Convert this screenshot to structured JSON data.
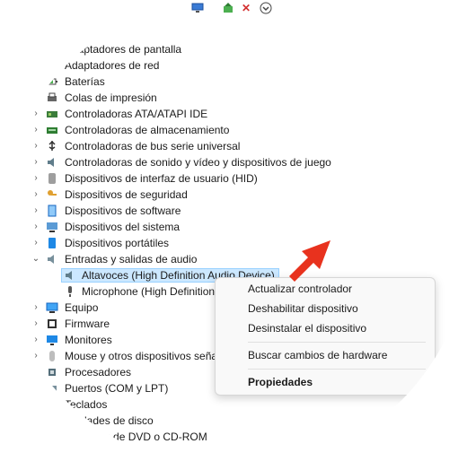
{
  "toolbar": {
    "icons": [
      "monitor-scan-icon",
      "driver-update-icon",
      "remove-device-icon",
      "download-icon"
    ]
  },
  "tree": {
    "items": [
      {
        "label": "Adaptadores de pantalla",
        "icon": "display-adapter-icon",
        "expanded": false
      },
      {
        "label": "Adaptadores de red",
        "icon": "network-adapter-icon",
        "expanded": false
      },
      {
        "label": "Baterías",
        "icon": "battery-icon",
        "expanded": false
      },
      {
        "label": "Colas de impresión",
        "icon": "printer-icon",
        "expanded": false
      },
      {
        "label": "Controladoras ATA/ATAPI IDE",
        "icon": "ide-controller-icon",
        "expanded": false
      },
      {
        "label": "Controladoras de almacenamiento",
        "icon": "storage-controller-icon",
        "expanded": false
      },
      {
        "label": "Controladoras de bus serie universal",
        "icon": "usb-icon",
        "expanded": false
      },
      {
        "label": "Controladoras de sonido y vídeo y dispositivos de juego",
        "icon": "speaker-icon",
        "expanded": false
      },
      {
        "label": "Dispositivos de interfaz de usuario (HID)",
        "icon": "hid-icon",
        "expanded": false
      },
      {
        "label": "Dispositivos de seguridad",
        "icon": "security-key-icon",
        "expanded": false
      },
      {
        "label": "Dispositivos de software",
        "icon": "software-device-icon",
        "expanded": false
      },
      {
        "label": "Dispositivos del sistema",
        "icon": "system-device-icon",
        "expanded": false
      },
      {
        "label": "Dispositivos portátiles",
        "icon": "portable-device-icon",
        "expanded": false
      },
      {
        "label": "Entradas y salidas de audio",
        "icon": "audio-io-icon",
        "expanded": true
      },
      {
        "label": "Altavoces (High Definition Audio Device)",
        "icon": "speaker-icon",
        "child": true,
        "selected": true
      },
      {
        "label": "Microphone (High Definition Audio Device)",
        "icon": "microphone-icon",
        "child": true
      },
      {
        "label": "Equipo",
        "icon": "computer-icon",
        "expanded": false
      },
      {
        "label": "Firmware",
        "icon": "firmware-icon",
        "expanded": false
      },
      {
        "label": "Monitores",
        "icon": "monitor-icon",
        "expanded": false
      },
      {
        "label": "Mouse y otros dispositivos señaladores",
        "icon": "mouse-icon",
        "expanded": false
      },
      {
        "label": "Procesadores",
        "icon": "processor-icon",
        "expanded": false
      },
      {
        "label": "Puertos (COM y LPT)",
        "icon": "port-icon",
        "expanded": false
      },
      {
        "label": "Teclados",
        "icon": "keyboard-icon",
        "expanded": false
      },
      {
        "label": "Unidades de disco",
        "icon": "disk-drive-icon",
        "expanded": false
      },
      {
        "label": "Unidades de DVD o CD-ROM",
        "icon": "dvd-drive-icon",
        "expanded": false
      }
    ]
  },
  "context_menu": {
    "update_driver": "Actualizar controlador",
    "disable_device": "Deshabilitar dispositivo",
    "uninstall_device": "Desinstalar el dispositivo",
    "scan_hardware": "Buscar cambios de hardware",
    "properties": "Propiedades"
  },
  "colors": {
    "selection": "#cce8ff",
    "arrow": "#e8321e"
  }
}
